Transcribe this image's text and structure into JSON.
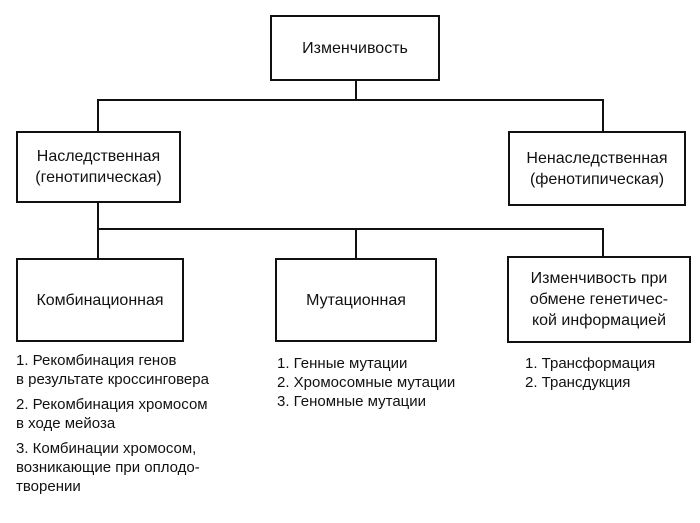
{
  "root": {
    "label": "Изменчивость"
  },
  "level1": {
    "hereditary": {
      "label": "Наследственная\n(генотипическая)"
    },
    "non_hereditary": {
      "label": "Ненаследственная\n(фенотипическая)"
    }
  },
  "level2": {
    "combinational": {
      "label": "Комбинационная"
    },
    "mutational": {
      "label": "Мутационная"
    },
    "exchange": {
      "label": "Изменчивость при\nобмене генетичес-\nкой информацией"
    }
  },
  "lists": {
    "combinational": [
      "1. Рекомбинация генов\nв результате кроссинговера",
      "2. Рекомбинация хромосом\nв ходе мейоза",
      "3. Комбинации хромосом,\nвозникающие при оплодо-\nтворении"
    ],
    "mutational": [
      "1. Генные мутации",
      "2. Хромосомные мутации",
      "3. Геномные мутации"
    ],
    "exchange": [
      "1. Трансформация",
      "2. Трансдукция"
    ]
  }
}
